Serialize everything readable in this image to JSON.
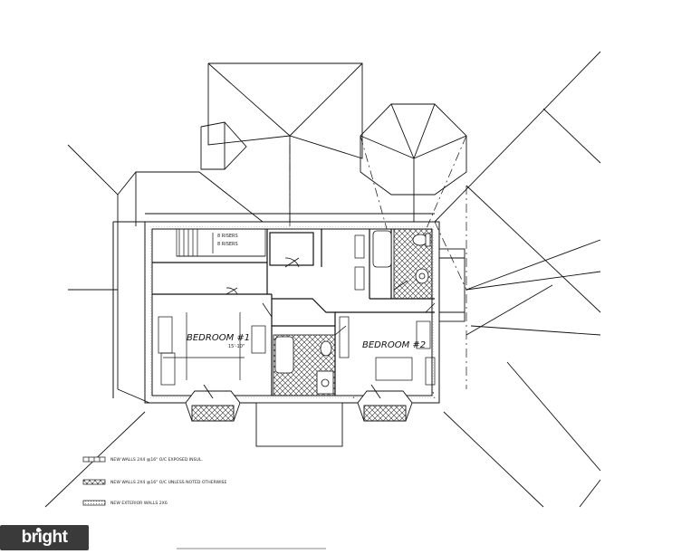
{
  "plan": {
    "rooms": {
      "bedroom1": "BEDROOM #1",
      "bedroom2": "BEDROOM #2"
    },
    "dims": {
      "stair_a": "8 RISERS",
      "stair_b": "8 RISERS",
      "bed1_dim": "15'-10\""
    },
    "legend": {
      "item1": "NEW WALLS 2X4 @16\" O/C EXPOSED INSUL.",
      "item2": "NEW WALLS 2X4 @16\" O/C UNLESS NOTED OTHERWISE",
      "item3": "NEW EXTERIOR WALLS 2X6"
    }
  },
  "watermark": {
    "text": "bright"
  },
  "colors": {
    "line": "#111111",
    "hatch": "#333333",
    "watermark_bg": "#3a3a3a"
  }
}
